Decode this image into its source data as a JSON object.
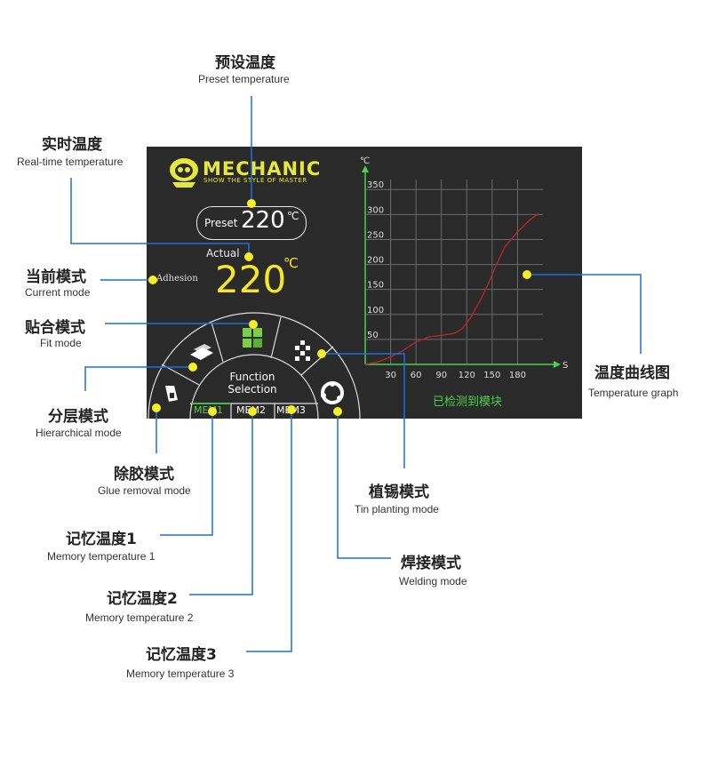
{
  "callouts": {
    "preset": {
      "zh": "预设温度",
      "en": "Preset temperature"
    },
    "realtime": {
      "zh": "实时温度",
      "en": "Real-time temperature"
    },
    "current_mode": {
      "zh": "当前模式",
      "en": "Current mode"
    },
    "fit_mode": {
      "zh": "贴合模式",
      "en": "Fit mode"
    },
    "hierarchical": {
      "zh": "分层模式",
      "en": "Hierarchical mode"
    },
    "glue_removal": {
      "zh": "除胶模式",
      "en": "Glue removal mode"
    },
    "mem1": {
      "zh": "记忆温度1",
      "en": "Memory temperature 1"
    },
    "mem2": {
      "zh": "记忆温度2",
      "en": "Memory temperature 2"
    },
    "mem3": {
      "zh": "记忆温度3",
      "en": "Memory temperature 3"
    },
    "tin": {
      "zh": "植锡模式",
      "en": "Tin planting mode"
    },
    "welding": {
      "zh": "焊接模式",
      "en": "Welding mode"
    },
    "graph": {
      "zh": "温度曲线图",
      "en": "Temperature graph"
    }
  },
  "screen": {
    "brand": "MECHANIC",
    "slogan": "SHOW THE STYLE OF MASTER",
    "preset_label": "Preset",
    "preset_value": "220",
    "unit": "℃",
    "actual_label": "Actual",
    "actual_value": "220",
    "current_mode": "Adhesion",
    "function_label_1": "Function",
    "function_label_2": "Selection",
    "mem1": "MEM1",
    "mem2": "MEM2",
    "mem3": "MEM3",
    "status": "已检测到模块",
    "colors": {
      "accent": "#f5e628",
      "curve": "#c0242a",
      "axis": "#4bd04b",
      "callout_line": "#1e6fd9"
    }
  },
  "mode_icons": [
    "glue-removal-icon",
    "hierarchical-icon",
    "fit-icon",
    "tin-planting-icon",
    "welding-icon"
  ],
  "chart_data": {
    "type": "line",
    "ylabel": "℃",
    "xlabel": "S",
    "x_ticks": [
      30,
      60,
      90,
      120,
      150,
      180
    ],
    "y_ticks": [
      50,
      100,
      150,
      200,
      250,
      300,
      350
    ],
    "xlim": [
      0,
      210
    ],
    "ylim": [
      0,
      370
    ],
    "grid": true,
    "series": [
      {
        "x": [
          0,
          15,
          30,
          45,
          60,
          75,
          90,
          105,
          115,
          125,
          135,
          145,
          155,
          165,
          180,
          195,
          205
        ],
        "y": [
          0,
          5,
          15,
          28,
          45,
          55,
          58,
          62,
          72,
          95,
          125,
          160,
          200,
          235,
          265,
          290,
          302
        ]
      }
    ]
  }
}
